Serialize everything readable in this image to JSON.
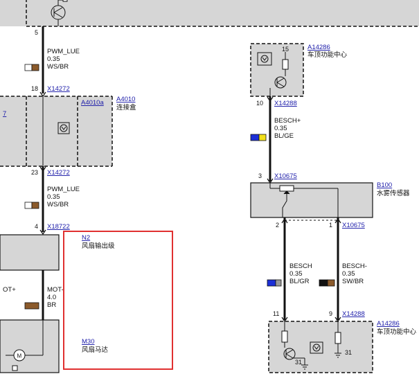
{
  "top_left": {
    "top_pin": "5",
    "wire1_name": "PWM_LUE",
    "wire1_size": "0.35",
    "wire1_color": "WS/BR",
    "conn1_pin": "18",
    "conn1_id": "X14272",
    "module_id": "A4010a",
    "module_alt_id": "A4010",
    "module_name": "连接盒",
    "left_cut_label": "7",
    "conn2_pin": "23",
    "conn2_id": "X14272",
    "wire2_name": "PWM_LUE",
    "wire2_size": "0.35",
    "wire2_color": "WS/BR",
    "conn3_pin": "4",
    "conn3_id": "X18722",
    "fan_stage_id": "N2",
    "fan_stage_name": "风扇输出级",
    "mot_left_label": "OT+",
    "mot_name": "MOT-",
    "mot_size": "4.0",
    "mot_color": "BR",
    "motor_id": "M30",
    "motor_name": "风扇马达",
    "motor_symbol": "M"
  },
  "right": {
    "rcm_top_id": "A14286",
    "rcm_top_name": "车顶功能中心",
    "rcm_top_pin_inner": "15",
    "rcm_out_pin": "10",
    "rcm_out_conn": "X14288",
    "wire_bplus_name": "BESCH+",
    "wire_bplus_size": "0.35",
    "wire_bplus_color": "BL/GE",
    "sensor_in_pin": "3",
    "sensor_in_conn": "X10675",
    "sensor_id": "B100",
    "sensor_name": "水雾传感器",
    "sensor_out_pin_left": "2",
    "sensor_out_pin_right": "1",
    "sensor_out_conn": "X10675",
    "wire_b_name": "BESCH",
    "wire_b_size": "0.35",
    "wire_b_color": "BL/GR",
    "wire_bminus_name": "BESCH-",
    "wire_bminus_size": "0.35",
    "wire_bminus_color": "SW/BR",
    "rcm_bottom_pin_left": "11",
    "rcm_bottom_pin_right": "9",
    "rcm_bottom_conn": "X14288",
    "rcm_bottom_id": "A14286",
    "rcm_bottom_name": "车顶功能中心",
    "ground_label_a": "31",
    "ground_label_b": "31"
  },
  "colors": {
    "module_fill": "#d6d6d6",
    "wire": "#111111",
    "link": "#1a1aa8",
    "highlight": "#e03030",
    "white": "#ffffff",
    "brown": "#8b5a2b",
    "blue": "#1c2fd6",
    "yellow": "#f2e01a",
    "grey": "#9a9a9a",
    "black": "#111111"
  }
}
